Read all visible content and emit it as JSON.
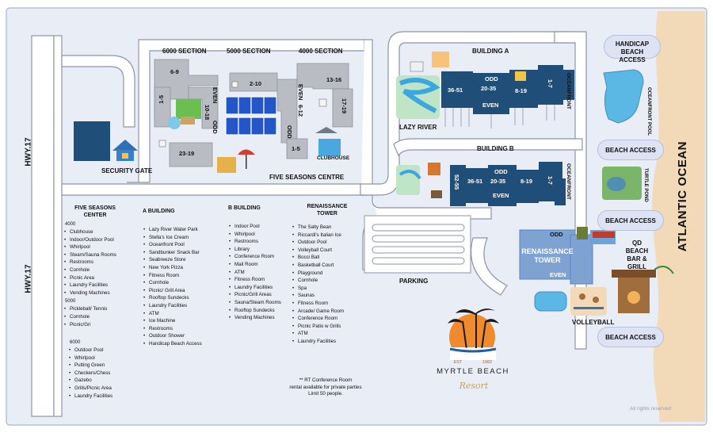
{
  "map": {
    "highways": [
      "HWY.17",
      "HWY.17"
    ],
    "sections": {
      "s6000": "6000 SECTION",
      "s5000": "5000 SECTION",
      "s4000": "4000 SECTION",
      "five_seasons_centre": "FIVE SEASONS CENTRE",
      "security_gate": "SECURITY GATE",
      "clubhouse": "CLUBHOUSE",
      "lazy_river": "LAZY RIVER",
      "building_a": "BUILDING  A",
      "building_b": "BUILDING B",
      "parking": "PARKING",
      "renaissance_tower": "RENAISSANCE TOWER",
      "volleyball": "VOLLEYBALL",
      "turtle_pond": "TURTLE POND",
      "oceanfront_pool": "OCEANFRONT POOL",
      "ocean": "ATLANTIC OCEAN"
    },
    "unit_labels": {
      "s6000": [
        "6-9",
        "1-5",
        "10-18",
        "EVEN",
        "ODD",
        "23-19"
      ],
      "s5000": [
        "2-10",
        "EVEN",
        "6-12",
        "ODD"
      ],
      "s4000": [
        "13-16",
        "17-19",
        "1-5"
      ],
      "building_a": [
        "36-51",
        "ODD",
        "20-35",
        "EVEN",
        "8-19",
        "1-7",
        "OCEANFRONT"
      ],
      "building_b": [
        "52-55",
        "36-51",
        "ODD",
        "20-35",
        "EVEN",
        "8-19",
        "1-7",
        "OCEANFRONT"
      ],
      "tower": [
        "ODD",
        "EVEN"
      ]
    },
    "beach_access": {
      "handicap": "HANDICAP BEACH ACCESS",
      "a1": "BEACH ACCESS",
      "a2": "BEACH ACCESS",
      "a3": "BEACH ACCESS",
      "qd": "QD BEACH BAR & GRILL"
    },
    "logo": {
      "name": "MYRTLE BEACH",
      "script": "Resort",
      "est": "EST",
      "year": "1982"
    },
    "rights": "All rights reserved",
    "note": [
      "** RT Conference Room",
      "rental available for private parties",
      "Limit 50 people."
    ]
  },
  "legend": {
    "five_seasons": {
      "title": [
        "FIVE SEASONS",
        "CENTER"
      ],
      "group_4000": "4000",
      "items_4000": [
        "Clubhouse",
        "Indoor/Outdoor Pool",
        "Whirlpool",
        "Steam/Sauna Rooms",
        "Restrooms",
        "Cornhole",
        "Picnic Area",
        "Laundry Facilities",
        "Vending Machines"
      ],
      "group_5000": "5000",
      "items_5000": [
        "Pickleball/ Tennis",
        "Cornhole",
        "Picnic/Gri"
      ],
      "group_6000": "6000",
      "items_6000": [
        "Outdoor Pool",
        "Whirlpool",
        "Putting Green",
        "Checkers/Chess",
        "Gazebo",
        "Grills/Picnic Area",
        "Laundry Facilities"
      ]
    },
    "a_building": {
      "title": "A BUILDING",
      "items": [
        "Lazy River Water Park",
        "Stella's Ice Cream",
        "Oceanfront Pool",
        "Sandbunker Snack Bar",
        "Seabreeze Store",
        "New York Pizza",
        "Fitness Room",
        "Cornhole",
        "Picnic/ Grill Area",
        "Rooftop Sundecks",
        "Laundry Facilities",
        "ATM",
        "Ice Machine",
        "Restrooms",
        "Outdoor Shower",
        "Handicap Beach Access"
      ]
    },
    "b_building": {
      "title": "B BUILDING",
      "items": [
        "Indoor Pool",
        "Whirlpool",
        "Restrooms",
        "Library",
        "Conference Room",
        "Mail Room",
        "ATM",
        "Fitness Room",
        "Laundry Facilities",
        "Picnic/Grill Areas",
        "Sauna/Steam Rooms",
        "Rooftop Sundecks",
        "Vending Machines"
      ]
    },
    "renaissance": {
      "title": [
        "RENAISSANCE",
        "TOWER"
      ],
      "items": [
        "The Salty Bean",
        "Riccardi's Italian Ice",
        "Outdoor Pool",
        "Volleyball Court",
        "Bocci Ball",
        "Basketball Court",
        "Playground",
        "Cornhole",
        "Spa",
        "Saunas",
        "Fitness Room",
        "Arcade/ Game Room",
        "Conference Room",
        "Picnic Patio w Grills",
        "ATM",
        "Laundry Facilities"
      ]
    }
  },
  "colors": {
    "road": "#ffffff",
    "land": "#e9edf6",
    "building_dark": "#1f4e79",
    "building_gray": "#b9bcc2",
    "tower": "#7ea3d3",
    "sand": "#f2d9b8",
    "ocean": "#3fa7d6"
  }
}
